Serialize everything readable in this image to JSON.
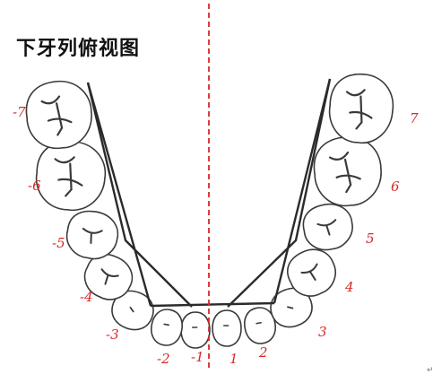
{
  "title": "下牙列俯视图",
  "colors": {
    "tooth_outline": "#3a3a3a",
    "arch_line": "#2b2b2b",
    "midline": "#d42a2a",
    "label": "#d42a2a"
  },
  "teeth": {
    "left": [
      {
        "label": "-1",
        "icon": "lower-left-central-incisor"
      },
      {
        "label": "-2",
        "icon": "lower-left-lateral-incisor"
      },
      {
        "label": "-3",
        "icon": "lower-left-canine"
      },
      {
        "label": "-4",
        "icon": "lower-left-first-premolar"
      },
      {
        "label": "-5",
        "icon": "lower-left-second-premolar"
      },
      {
        "label": "-6",
        "icon": "lower-left-first-molar"
      },
      {
        "label": "-7",
        "icon": "lower-left-second-molar"
      }
    ],
    "right": [
      {
        "label": "1",
        "icon": "lower-right-central-incisor"
      },
      {
        "label": "2",
        "icon": "lower-right-lateral-incisor"
      },
      {
        "label": "3",
        "icon": "lower-right-canine"
      },
      {
        "label": "4",
        "icon": "lower-right-first-premolar"
      },
      {
        "label": "5",
        "icon": "lower-right-second-premolar"
      },
      {
        "label": "6",
        "icon": "lower-right-first-molar"
      },
      {
        "label": "7",
        "icon": "lower-right-second-molar"
      }
    ]
  },
  "corner_mark": "↵"
}
